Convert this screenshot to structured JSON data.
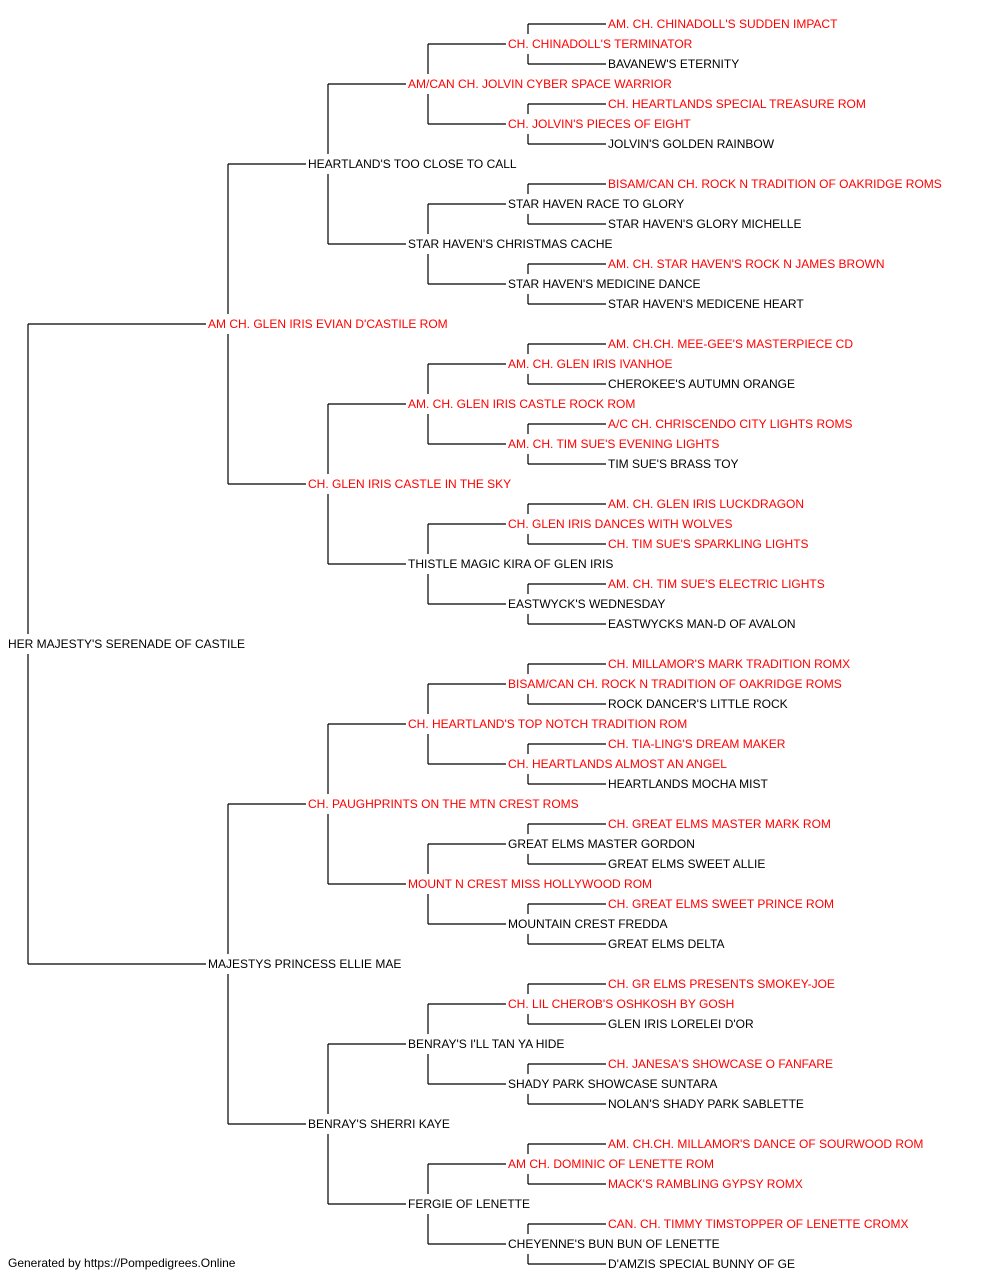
{
  "colors": {
    "champion": "#ff0000",
    "regular": "#000000",
    "line": "#000000"
  },
  "subject": {
    "name": "HER MAJESTY'S SERENADE OF CASTILE",
    "champion": false
  },
  "generations": [
    [
      {
        "name": "AM CH. GLEN IRIS EVIAN D'CASTILE ROM",
        "champion": true
      },
      {
        "name": "MAJESTYS PRINCESS ELLIE MAE",
        "champion": false
      }
    ],
    [
      {
        "name": "HEARTLAND'S TOO CLOSE TO CALL",
        "champion": false
      },
      {
        "name": "CH. GLEN IRIS CASTLE IN THE SKY",
        "champion": true
      },
      {
        "name": "CH. PAUGHPRINTS ON THE MTN CREST ROMS",
        "champion": true
      },
      {
        "name": "BENRAY'S SHERRI KAYE",
        "champion": false
      }
    ],
    [
      {
        "name": "AM/CAN CH. JOLVIN CYBER SPACE WARRIOR",
        "champion": true
      },
      {
        "name": "STAR HAVEN'S CHRISTMAS CACHE",
        "champion": false
      },
      {
        "name": "AM. CH. GLEN IRIS CASTLE ROCK ROM",
        "champion": true
      },
      {
        "name": "THISTLE MAGIC KIRA OF GLEN IRIS",
        "champion": false
      },
      {
        "name": "CH. HEARTLAND'S TOP NOTCH TRADITION ROM",
        "champion": true
      },
      {
        "name": "MOUNT N CREST MISS HOLLYWOOD ROM",
        "champion": true
      },
      {
        "name": "BENRAY'S I'LL TAN YA HIDE",
        "champion": false
      },
      {
        "name": "FERGIE OF LENETTE",
        "champion": false
      }
    ],
    [
      {
        "name": "CH. CHINADOLL'S TERMINATOR",
        "champion": true
      },
      {
        "name": "CH. JOLVIN'S PIECES OF EIGHT",
        "champion": true
      },
      {
        "name": "STAR HAVEN RACE TO GLORY",
        "champion": false
      },
      {
        "name": "STAR HAVEN'S MEDICINE DANCE",
        "champion": false
      },
      {
        "name": "AM. CH. GLEN IRIS IVANHOE",
        "champion": true
      },
      {
        "name": "AM. CH. TIM SUE'S EVENING LIGHTS",
        "champion": true
      },
      {
        "name": "CH. GLEN IRIS DANCES WITH WOLVES",
        "champion": true
      },
      {
        "name": "EASTWYCK'S WEDNESDAY",
        "champion": false
      },
      {
        "name": "BISAM/CAN CH. ROCK N TRADITION OF OAKRIDGE ROMS",
        "champion": true
      },
      {
        "name": "CH. HEARTLANDS ALMOST AN ANGEL",
        "champion": true
      },
      {
        "name": "GREAT ELMS MASTER GORDON",
        "champion": false
      },
      {
        "name": "MOUNTAIN CREST FREDDA",
        "champion": false
      },
      {
        "name": "CH. LIL CHEROB'S OSHKOSH BY GOSH",
        "champion": true
      },
      {
        "name": "SHADY PARK SHOWCASE SUNTARA",
        "champion": false
      },
      {
        "name": "AM CH. DOMINIC OF LENETTE ROM",
        "champion": true
      },
      {
        "name": "CHEYENNE'S BUN BUN OF LENETTE",
        "champion": false
      }
    ],
    [
      {
        "name": "AM. CH. CHINADOLL'S SUDDEN IMPACT",
        "champion": true
      },
      {
        "name": "BAVANEW'S ETERNITY",
        "champion": false
      },
      {
        "name": "CH. HEARTLANDS SPECIAL TREASURE ROM",
        "champion": true
      },
      {
        "name": "JOLVIN'S GOLDEN RAINBOW",
        "champion": false
      },
      {
        "name": "BISAM/CAN CH. ROCK N TRADITION OF OAKRIDGE ROMS",
        "champion": true
      },
      {
        "name": "STAR HAVEN'S GLORY MICHELLE",
        "champion": false
      },
      {
        "name": "AM. CH. STAR HAVEN'S ROCK N JAMES BROWN",
        "champion": true
      },
      {
        "name": "STAR HAVEN'S MEDICENE HEART",
        "champion": false
      },
      {
        "name": "AM. CH.CH. MEE-GEE'S MASTERPIECE CD",
        "champion": true
      },
      {
        "name": "CHEROKEE'S AUTUMN ORANGE",
        "champion": false
      },
      {
        "name": "A/C CH. CHRISCENDO CITY LIGHTS ROMS",
        "champion": true
      },
      {
        "name": "TIM SUE'S BRASS TOY",
        "champion": false
      },
      {
        "name": "AM. CH. GLEN IRIS LUCKDRAGON",
        "champion": true
      },
      {
        "name": "CH. TIM SUE'S SPARKLING LIGHTS",
        "champion": true
      },
      {
        "name": "AM. CH. TIM SUE'S ELECTRIC LIGHTS",
        "champion": true
      },
      {
        "name": "EASTWYCKS MAN-D OF AVALON",
        "champion": false
      },
      {
        "name": "CH. MILLAMOR'S MARK TRADITION ROMX",
        "champion": true
      },
      {
        "name": "ROCK DANCER'S LITTLE ROCK",
        "champion": false
      },
      {
        "name": "CH. TIA-LING'S DREAM MAKER",
        "champion": true
      },
      {
        "name": "HEARTLANDS MOCHA MIST",
        "champion": false
      },
      {
        "name": "CH. GREAT ELMS MASTER MARK ROM",
        "champion": true
      },
      {
        "name": "GREAT ELMS SWEET ALLIE",
        "champion": false
      },
      {
        "name": "CH. GREAT ELMS SWEET PRINCE ROM",
        "champion": true
      },
      {
        "name": "GREAT ELMS DELTA",
        "champion": false
      },
      {
        "name": "CH. GR ELMS PRESENTS SMOKEY-JOE",
        "champion": true
      },
      {
        "name": "GLEN IRIS LORELEI D'OR",
        "champion": false
      },
      {
        "name": "CH. JANESA'S SHOWCASE O FANFARE",
        "champion": true
      },
      {
        "name": "NOLAN'S SHADY PARK SABLETTE",
        "champion": false
      },
      {
        "name": "AM. CH.CH. MILLAMOR'S DANCE OF SOURWOOD ROM",
        "champion": true
      },
      {
        "name": "MACK'S RAMBLING GYPSY ROMX",
        "champion": true
      },
      {
        "name": "CAN. CH. TIMMY TIMSTOPPER OF LENETTE CROMX",
        "champion": true
      },
      {
        "name": "D'AMZIS SPECIAL BUNNY OF GE",
        "champion": false
      }
    ]
  ],
  "footer": "Generated by https://Pompedigrees.Online"
}
